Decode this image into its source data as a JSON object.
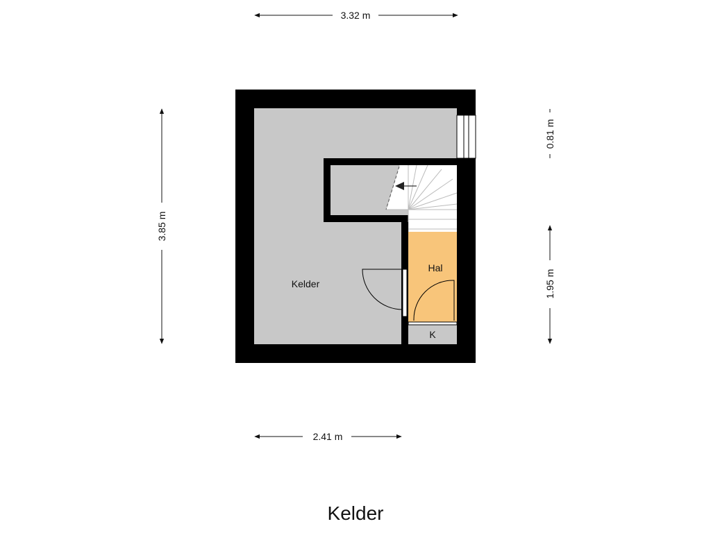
{
  "dimensions": {
    "top": "3.32 m",
    "bottom": "2.41 m",
    "left": "3.85 m",
    "right_upper": "0.81 m",
    "right_lower": "1.95 m"
  },
  "rooms": {
    "kelder": "Kelder",
    "hal": "Hal",
    "k": "K"
  },
  "floor_title": "Kelder",
  "colors": {
    "wall": "#000000",
    "floor_grey": "#c8c8c8",
    "hal_orange": "#f8c57a",
    "stair": "#ffffff"
  }
}
